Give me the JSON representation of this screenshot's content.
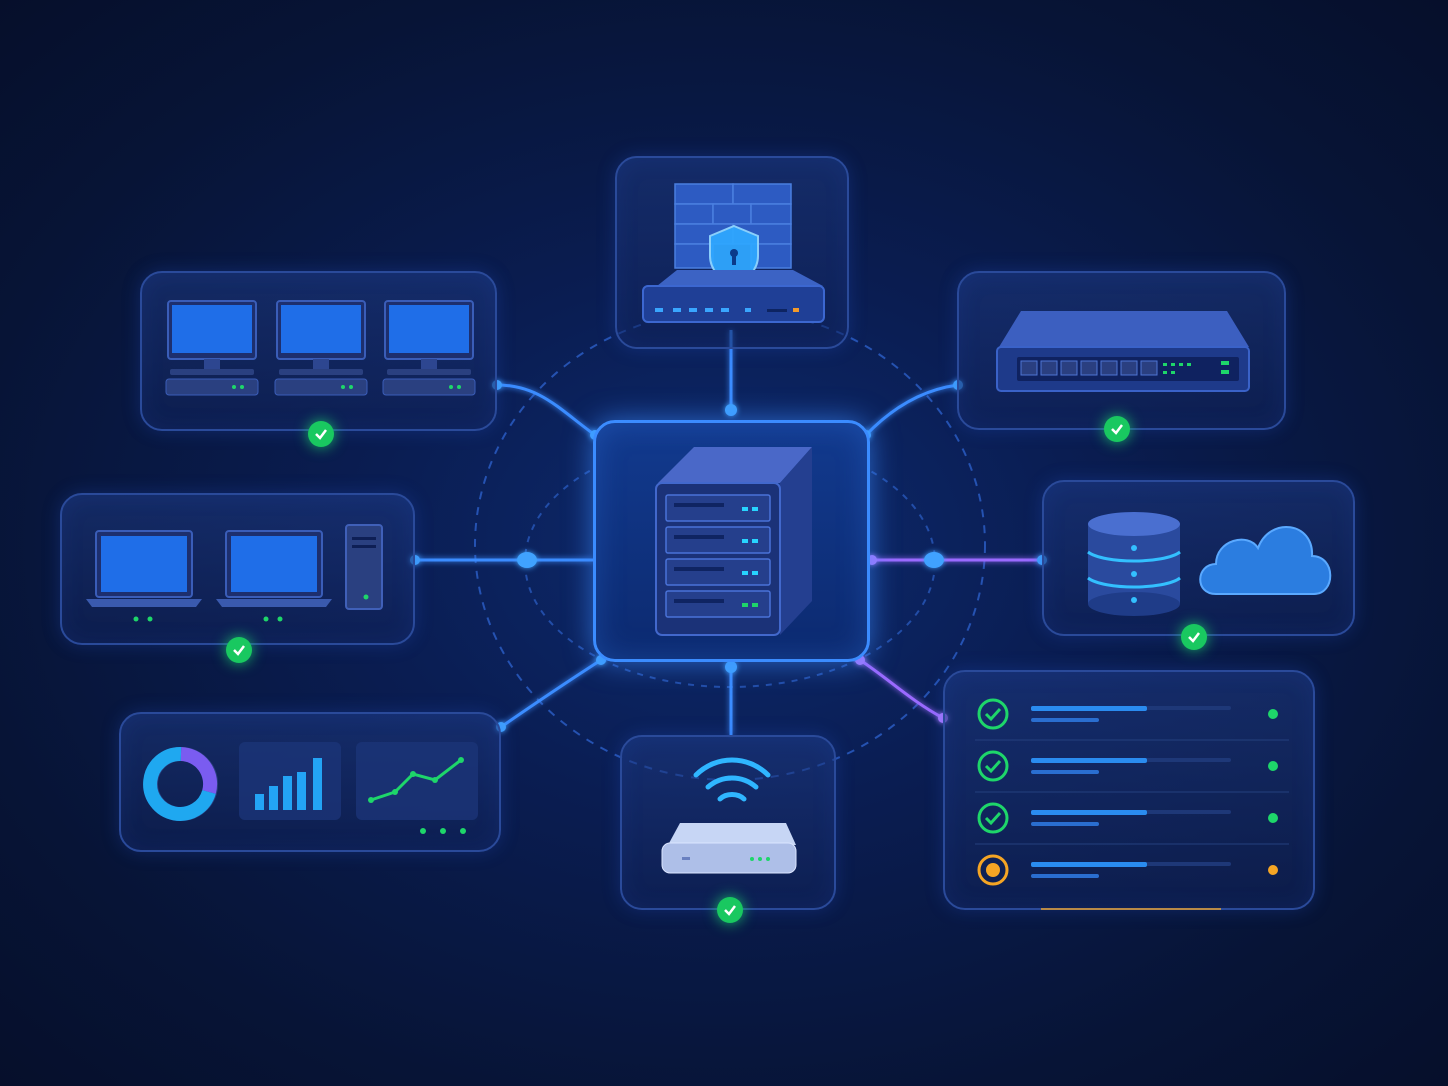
{
  "colors": {
    "background": "#081539",
    "panel_border": "#2a4a9a",
    "link_blue": "#3b8cff",
    "link_purple": "#9a6bff",
    "status_ok": "#19c860",
    "status_warn": "#f5a524"
  },
  "hub": {
    "icon": "server-rack-icon"
  },
  "nodes": [
    {
      "id": "firewall",
      "icon": "firewall-icon",
      "status": "ok"
    },
    {
      "id": "desktops",
      "icon": "desktop-monitor-icon",
      "count": 3,
      "status": "ok"
    },
    {
      "id": "switch",
      "icon": "network-switch-icon",
      "status": "ok"
    },
    {
      "id": "laptops",
      "icon": "laptop-icon",
      "count": 2,
      "status": "ok"
    },
    {
      "id": "storage-cloud",
      "icon": "database-cloud-icon",
      "status": "ok"
    },
    {
      "id": "analytics",
      "icon": "chart-icon",
      "status": "ok"
    },
    {
      "id": "wifi-router",
      "icon": "wifi-router-icon",
      "status": "ok"
    },
    {
      "id": "task-list",
      "icon": "checklist-icon",
      "items": [
        "ok",
        "ok",
        "ok",
        "pending"
      ]
    }
  ]
}
